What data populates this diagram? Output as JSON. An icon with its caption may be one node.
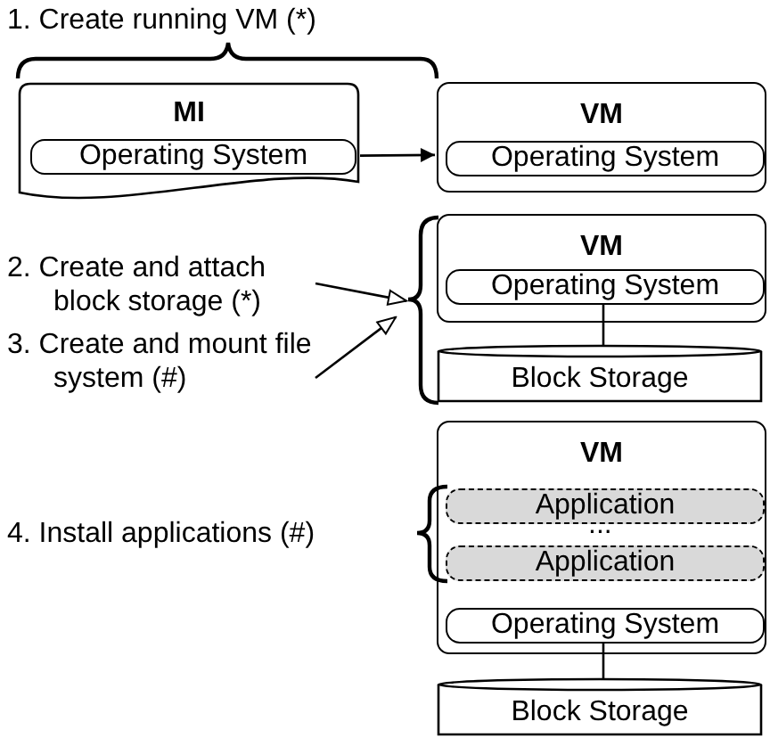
{
  "diagram": {
    "nodes": [
      {
        "text": [
          "MI"
        ]
      },
      {
        "text": [
          "Operating System"
        ],
        "in": 0
      },
      {
        "text": [
          "VM"
        ]
      },
      {
        "text": [
          "Operating System"
        ],
        "in": 2
      },
      {
        "text": [
          "2. Create and attach block storage (*)"
        ]
      },
      {
        "text": [
          "VM"
        ]
      },
      {
        "text": [
          "Operating System"
        ],
        "in": 5
      },
      {
        "text": [
          "Block Storage"
        ]
      },
      {
        "text": [
          "3. Create and mount file system (#)"
        ]
      },
      {
        "text": [
          "VM"
        ]
      },
      {
        "text": [
          "Application"
        ],
        "in": 9
      },
      {
        "text": [
          "Application"
        ],
        "in": 9
      },
      {
        "text": [
          "Operating System"
        ],
        "in": 9
      },
      {
        "text": [
          "Block Storage"
        ]
      }
    ],
    "edges": [
      {
        "from": 0,
        "to": 2,
        "arrow": "to"
      },
      {
        "from": 4,
        "to": 5,
        "arrow": "to"
      },
      {
        "from": 8,
        "to": 5,
        "arrow": "to"
      },
      {
        "from": 6,
        "to": 7,
        "arrow": "none"
      },
      {
        "from": 12,
        "to": 13,
        "arrow": "none"
      }
    ],
    "labels": [
      "1. Create running VM (*)",
      "...",
      "4. Install applications (#)"
    ]
  }
}
